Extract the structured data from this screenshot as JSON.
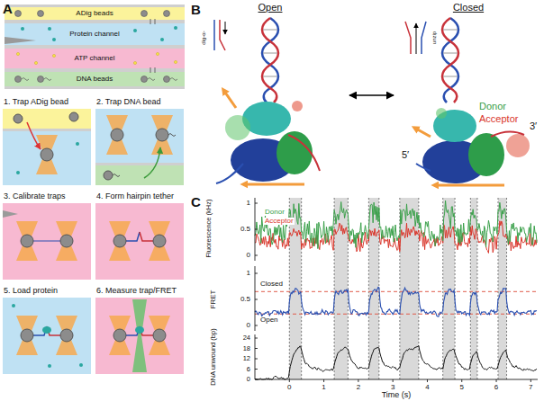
{
  "diagram": {
    "nodes": [
      {
        "text": [
          "ADig beads"
        ]
      },
      {
        "text": [
          "Protein channel"
        ]
      },
      {
        "text": [
          "ATP channel"
        ]
      },
      {
        "text": [
          "DNA beads"
        ]
      },
      {
        "text": [
          "1. Trap ADig bead"
        ]
      },
      {
        "text": [
          "2. Trap DNA bead"
        ]
      },
      {
        "text": [
          "3. Calibrate traps"
        ]
      },
      {
        "text": [
          "4. Form hairpin tether"
        ]
      },
      {
        "text": [
          "5. Load protein"
        ]
      },
      {
        "text": [
          "6. Measure trap/FRET"
        ]
      },
      {
        "text": [
          "Open"
        ]
      },
      {
        "text": [
          "Closed"
        ]
      }
    ],
    "edges": [
      {
        "from": 10,
        "to": 11,
        "arrow": "both"
      }
    ],
    "labels": [
      "A",
      "B",
      "C",
      "dig-α-",
      "unzip",
      "Donor",
      "Acceptor",
      "3′",
      "5′",
      "Fluorescence (kHz)",
      "1",
      "0.5",
      "0",
      "Donor",
      "Acceptor",
      "FRET",
      "1",
      "0.5",
      "0",
      "Closed",
      "Open",
      "DNA unwound (bp)",
      "24",
      "18",
      "12",
      "6",
      "0",
      "0",
      "1",
      "2",
      "3",
      "4",
      "5",
      "6",
      "7",
      "Time (s)"
    ]
  }
}
